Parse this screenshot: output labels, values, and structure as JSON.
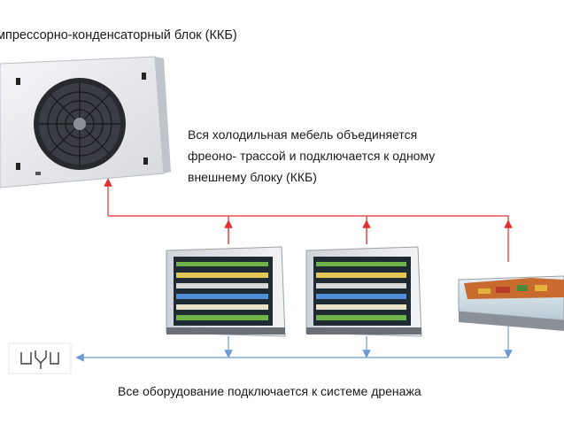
{
  "title": "мпрессорно-конденсаторный блок (ККБ)",
  "description_lines": [
    "Вся холодильная мебель объединяется",
    "фреоно- трассой и подключается к одному",
    "внешнему блоку (ККБ)"
  ],
  "drain_caption": "Все оборудование подключается к системе дренажа",
  "colors": {
    "refrigerant_line": "#e03030",
    "drain_line": "#6d9bd1"
  },
  "icons": [
    "condensing-unit-icon",
    "refrigerated-display-case-icon",
    "serve-over-counter-icon",
    "drain-icon"
  ]
}
